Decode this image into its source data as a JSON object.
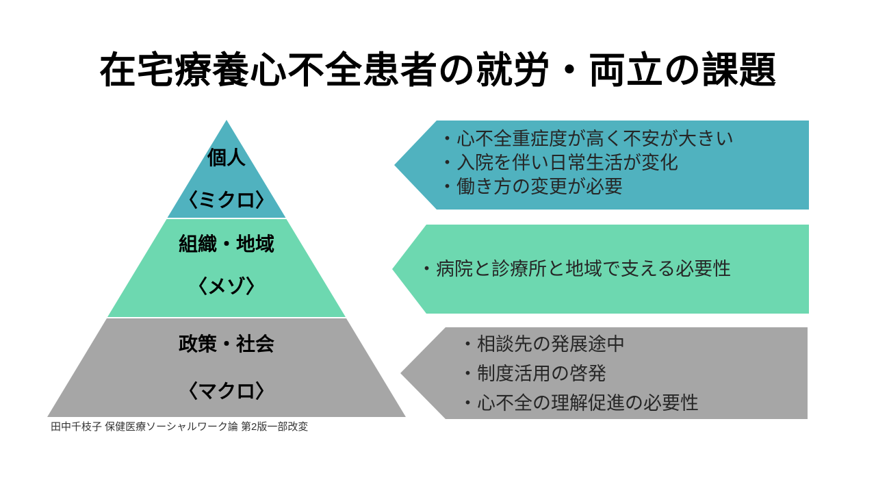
{
  "slide": {
    "title": "在宅療養心不全患者の就労・両立の課題",
    "caption": "田中千枝子 保健医療ソーシャルワーク論 第2版一部改変"
  },
  "pyramid": {
    "levels": [
      {
        "label": "個人",
        "sublabel": "〈ミクロ〉",
        "color": "#50b2bf"
      },
      {
        "label": "組織・地域",
        "sublabel": "〈メゾ〉",
        "color": "#6dd8b0"
      },
      {
        "label": "政策・社会",
        "sublabel": "〈マクロ〉",
        "color": "#a6a6a6"
      }
    ]
  },
  "callouts": [
    {
      "color": "#50b2bf",
      "points_to": "個人〈ミクロ〉",
      "lines": [
        "・心不全重症度が高く不安が大きい",
        "・入院を伴い日常生活が変化",
        "・働き方の変更が必要"
      ]
    },
    {
      "color": "#6dd8b0",
      "points_to": "組織・地域〈メゾ〉",
      "lines": [
        "・病院と診療所と地域で支える必要性"
      ]
    },
    {
      "color": "#a6a6a6",
      "points_to": "政策・社会〈マクロ〉",
      "lines": [
        "・相談先の発展途中",
        "・制度活用の啓発",
        "・心不全の理解促進の必要性"
      ]
    }
  ],
  "colors": {
    "background": "#ffffff",
    "teal": "#50b2bf",
    "mint": "#6dd8b0",
    "gray": "#a6a6a6",
    "title_text": "#000000",
    "body_text": "#262626"
  }
}
